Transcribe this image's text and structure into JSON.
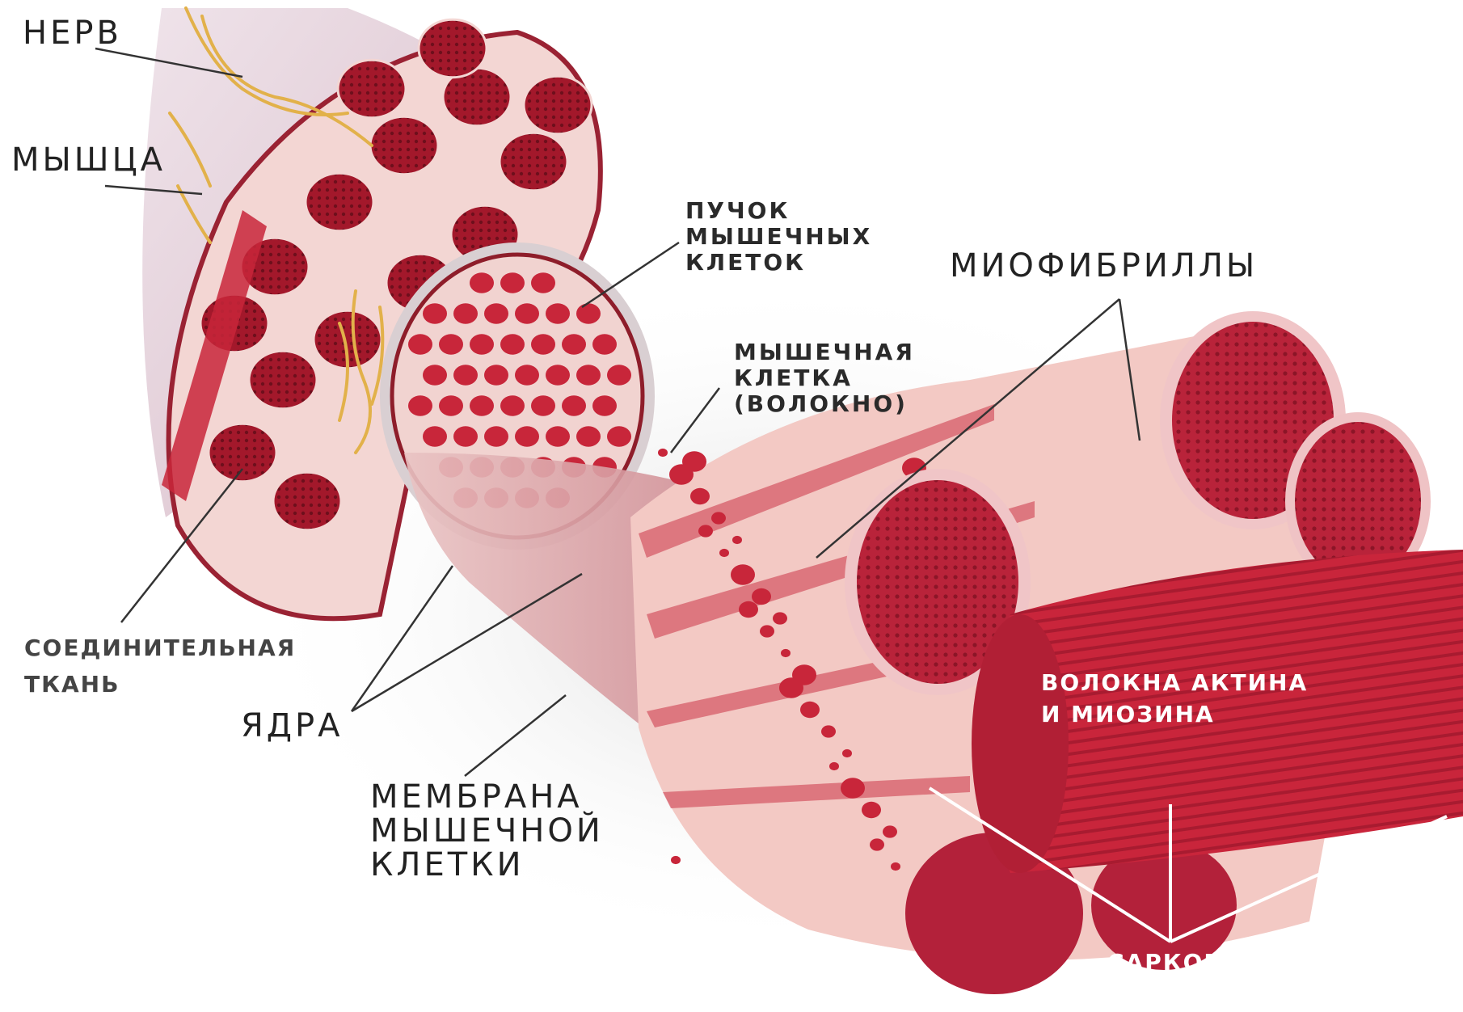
{
  "labels": {
    "nerve": "НЕРВ",
    "muscle": "МЫШЦА",
    "bundle": "ПУЧОК\nМЫШЕЧНЫХ\nКЛЕТОК",
    "myofibrils": "МИОФИБРИЛЛЫ",
    "muscle_cell": "МЫШЕЧНАЯ\nКЛЕТКА\n(ВОЛОКНО)",
    "connective": "СОЕДИНИТЕЛЬНАЯ\nТКАНЬ",
    "nuclei": "ЯДРА",
    "membrane": "МЕМБРАНА\nМЫШЕЧНОЙ\nКЛЕТКИ",
    "actin_myosin": "ВОЛОКНА АКТИНА\nИ МИОЗИНА",
    "sarcomere": "САРКОМЕР"
  },
  "colors": {
    "tissue_dark": "#8e1d2a",
    "tissue_red": "#c8263a",
    "tissue_light": "#f3c9c4",
    "sheath": "#ead7de",
    "nerve": "#e2b14a",
    "fiber_red": "#c9253b"
  }
}
